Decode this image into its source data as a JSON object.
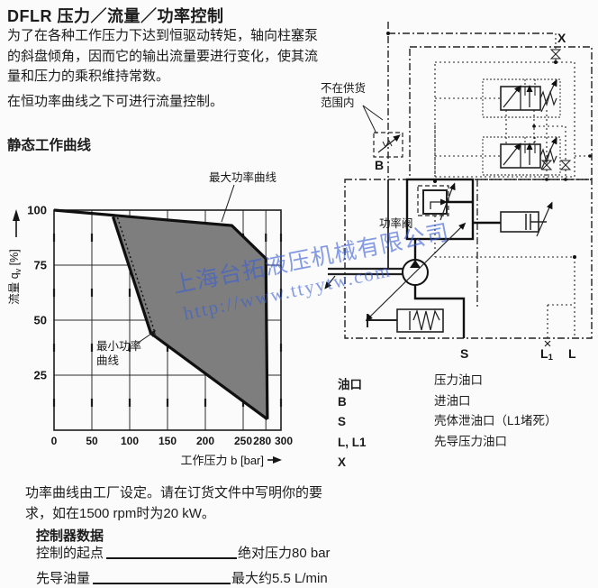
{
  "page": {
    "title": "DFLR 压力／流量／功率控制",
    "para1": "为了在各种工作压力下达到恒驱动转矩，轴向柱塞泵的斜盘倾角，因而它的输出流量要进行变化，使其流量和压力的乘积维持常数。",
    "para2": "在恒功率曲线之下可进行流量控制。",
    "section_heading": "静态工作曲线"
  },
  "chart_data": {
    "type": "area",
    "title": "静态工作曲线",
    "xlabel": "工作压力 b [bar]",
    "ylabel": "流量 qv [%]",
    "ylabel_parts": {
      "pre": "流量 q",
      "sub": "v",
      "post": " [%]"
    },
    "xlim": [
      0,
      300
    ],
    "ylim": [
      0,
      100
    ],
    "x_ticks": [
      0,
      50,
      100,
      150,
      200,
      250,
      280,
      300
    ],
    "y_ticks": [
      100,
      75,
      50,
      25
    ],
    "grid": true,
    "max_power_curve": {
      "label": "最大功率曲线",
      "points": [
        [
          0,
          100
        ],
        [
          235,
          93
        ],
        [
          280,
          78
        ],
        [
          282,
          5
        ]
      ]
    },
    "min_power_curve": {
      "label": "最小功率曲线",
      "label_lines": [
        "最小功率",
        "曲线"
      ],
      "points": [
        [
          78,
          97
        ],
        [
          128,
          44
        ],
        [
          282,
          5
        ]
      ]
    },
    "envelope_region": [
      [
        78,
        97
      ],
      [
        235,
        93
      ],
      [
        280,
        78
      ],
      [
        282,
        5
      ],
      [
        128,
        44
      ]
    ],
    "region_color": "#7e7e7e"
  },
  "diagram": {
    "not_in_scope_line1": "不在供货",
    "not_in_scope_line2": "范围内",
    "power_valve_label": "功率阀",
    "ports": {
      "b": "B",
      "x": "X",
      "s": "S",
      "l": "L",
      "l1_main": "L",
      "l1_sub": "1"
    }
  },
  "ports_legend": {
    "rows": [
      {
        "port": "油口",
        "desc": "压力油口"
      },
      {
        "port": "B",
        "desc": "进油口"
      },
      {
        "port": "S",
        "desc": "壳体泄油口（L1堵死）"
      },
      {
        "port": "L, L1",
        "desc": "先导压力油口"
      },
      {
        "port": "X",
        "desc": ""
      }
    ]
  },
  "footer": {
    "para": "功率曲线由工厂设定。请在订货文件中写明你的要求，如在1500 rpm时为20 kW。",
    "heading": "控制器数据",
    "rows": [
      {
        "label": "控制的起点",
        "value": "绝对压力80 bar"
      },
      {
        "label": "先导油量",
        "value": "最大约5.5 L/min"
      }
    ]
  },
  "watermark": {
    "line1": "上海台拓液压机械有限公司",
    "line2": "http://www.ttyytw.com",
    "color": "#3a5fd4"
  }
}
